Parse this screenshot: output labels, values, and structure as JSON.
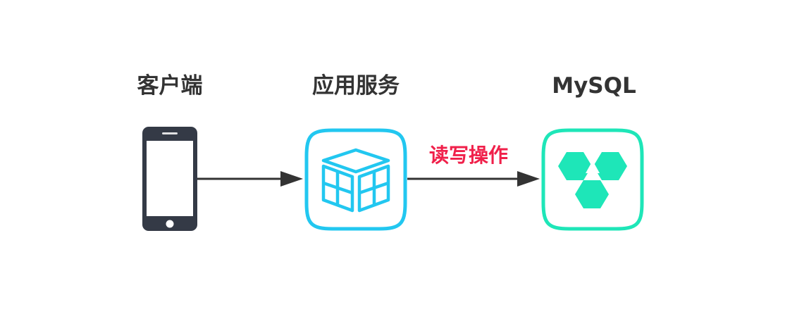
{
  "nodes": {
    "client": {
      "label": "客户端",
      "icon": "smartphone-icon"
    },
    "service": {
      "label": "应用服务",
      "icon": "cube-icon"
    },
    "mysql": {
      "label": "MySQL",
      "icon": "hexagon-cluster-icon"
    }
  },
  "edges": {
    "client_to_service": {
      "label": ""
    },
    "service_to_mysql": {
      "label": "读写操作"
    }
  },
  "colors": {
    "label_text": "#333333",
    "edge_label": "#f0204a",
    "arrow": "#333333",
    "phone_body": "#343a46",
    "service_box": "#22c7f0",
    "mysql_box": "#1ee6b8"
  }
}
